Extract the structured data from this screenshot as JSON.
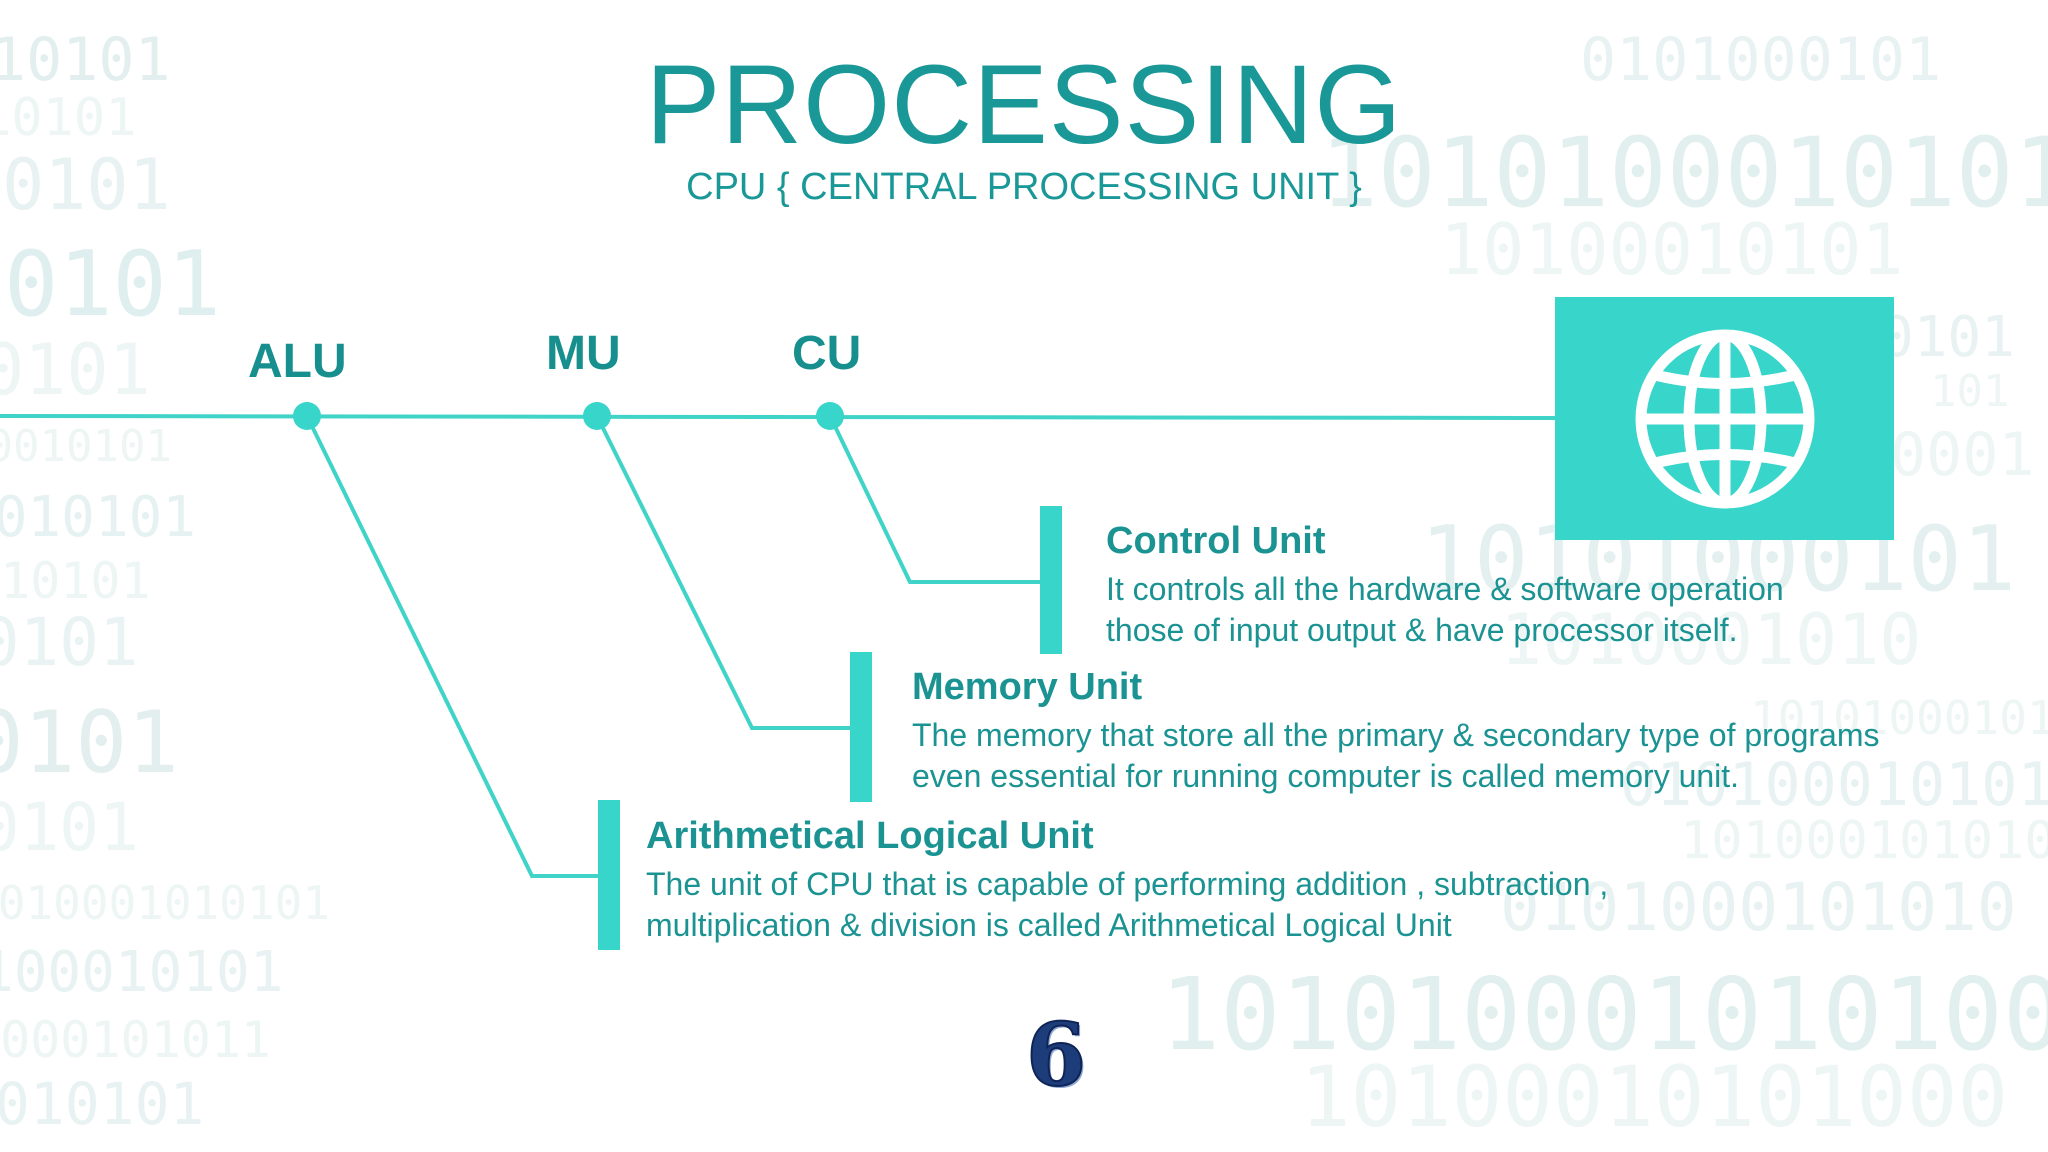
{
  "title": "PROCESSING",
  "subtitle": "CPU { CENTRAL PROCESSING UNIT }",
  "colors": {
    "accent": "#38d5cb",
    "line": "#40d3c8",
    "text": "#1b9393",
    "heading": "#178f8f",
    "page_number": "#1d3c7a"
  },
  "nodes": [
    {
      "key": "alu",
      "label": "ALU"
    },
    {
      "key": "mu",
      "label": "MU"
    },
    {
      "key": "cu",
      "label": "CU"
    }
  ],
  "descriptions": [
    {
      "key": "cu",
      "heading": "Control Unit",
      "lines": [
        "It controls all the hardware & software operation",
        "those of input output & have processor itself."
      ]
    },
    {
      "key": "mu",
      "heading": "Memory Unit",
      "lines": [
        "The memory that store all the primary & secondary type of programs",
        "even essential for running computer is called memory unit."
      ]
    },
    {
      "key": "alu",
      "heading": "Arithmetical Logical Unit",
      "lines": [
        "The unit of CPU that is capable of performing addition , subtraction ,",
        "multiplication & division is called Arithmetical Logical Unit"
      ]
    }
  ],
  "icon": "globe-icon",
  "page_number": "6"
}
